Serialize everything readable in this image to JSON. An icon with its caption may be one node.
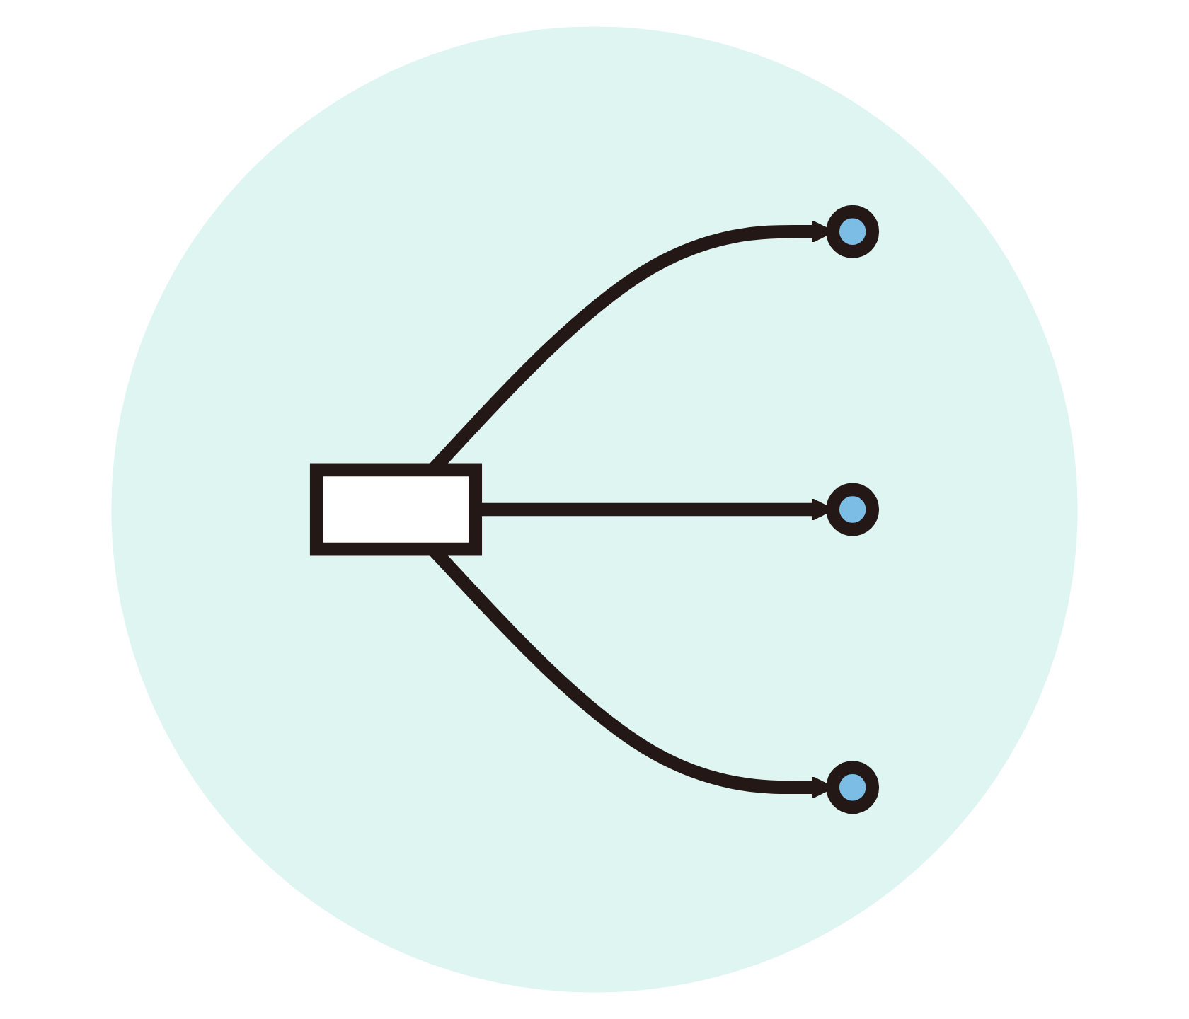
{
  "diagram": {
    "nodes": [
      {
        "text": [],
        "shape": "circle"
      },
      {
        "text": [],
        "shape": "box",
        "in": 0
      },
      {
        "text": [],
        "shape": "circle",
        "in": 0
      },
      {
        "text": [],
        "shape": "circle",
        "in": 0
      },
      {
        "text": [],
        "shape": "circle",
        "in": 0
      }
    ],
    "edges": [
      {
        "from": 1,
        "to": 2,
        "arrow": "to"
      },
      {
        "from": 1,
        "to": 3,
        "arrow": "to"
      },
      {
        "from": 1,
        "to": 4,
        "arrow": "to"
      }
    ]
  }
}
